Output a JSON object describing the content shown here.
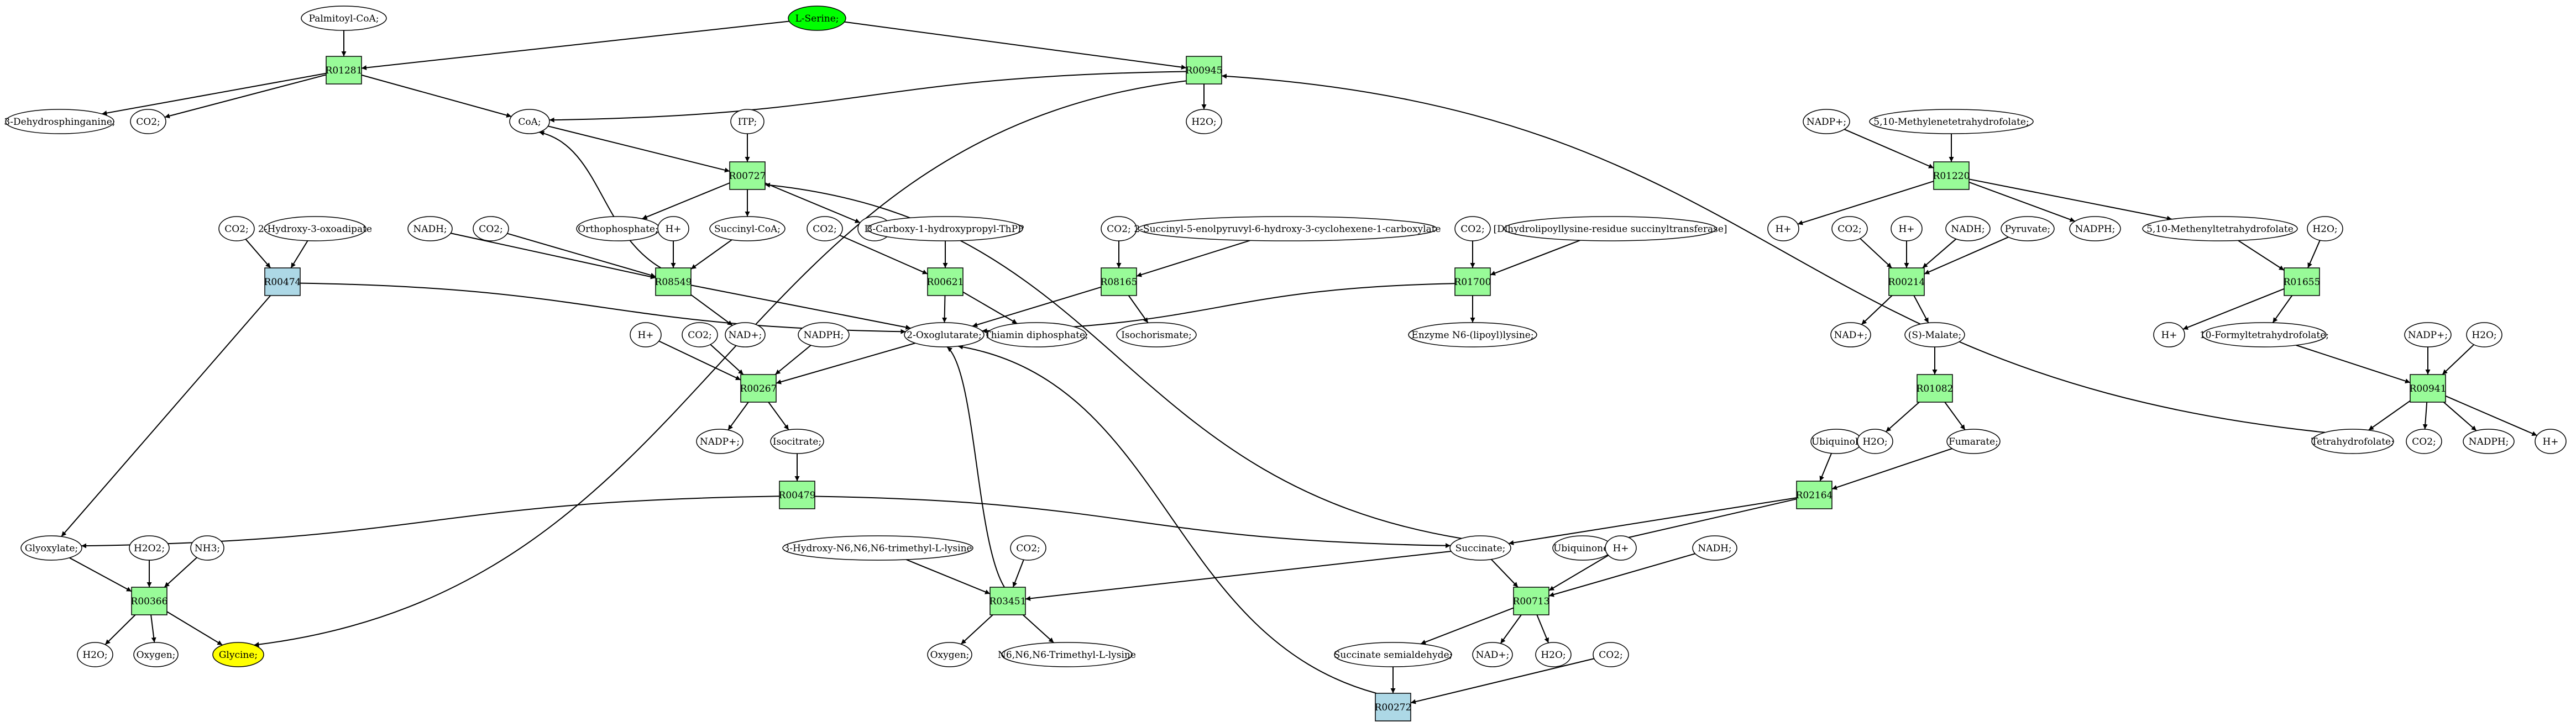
{
  "colors": {
    "reaction": "#98fb98",
    "reaction_alt": "#add8e6",
    "source": "#00ff00",
    "target": "#ffff00",
    "compound": "#ffffff",
    "stroke": "#000000"
  },
  "nodes": {
    "serine": {
      "label": "L-Serine;",
      "kind": "source"
    },
    "palmitoyl": {
      "label": "Palmitoyl-CoA;",
      "kind": "compound"
    },
    "r01281": {
      "label": "R01281",
      "kind": "reaction"
    },
    "dehydro": {
      "label": "3-Dehydrosphinganine;",
      "kind": "compound"
    },
    "co2_a": {
      "label": "CO2;",
      "kind": "compound"
    },
    "coa": {
      "label": "CoA;",
      "kind": "compound"
    },
    "r00945": {
      "label": "R00945",
      "kind": "reaction"
    },
    "h2o_a": {
      "label": "H2O;",
      "kind": "compound"
    },
    "itp": {
      "label": "ITP;",
      "kind": "compound"
    },
    "r00727": {
      "label": "R00727",
      "kind": "reaction"
    },
    "orthophosphate": {
      "label": "Orthophosphate;",
      "kind": "compound"
    },
    "succinylcoa": {
      "label": "Succinyl-CoA;",
      "kind": "compound"
    },
    "idp": {
      "label": "IDP;",
      "kind": "compound"
    },
    "co2_b": {
      "label": "CO2;",
      "kind": "compound"
    },
    "hydroxyoxoadipate": {
      "label": "2-Hydroxy-3-oxoadipate",
      "kind": "compound"
    },
    "r00474": {
      "label": "R00474",
      "kind": "reaction_alt"
    },
    "nadh_a": {
      "label": "NADH;",
      "kind": "compound"
    },
    "co2_c": {
      "label": "CO2;",
      "kind": "compound"
    },
    "hplus_a": {
      "label": "H+",
      "kind": "compound"
    },
    "r08549": {
      "label": "R08549",
      "kind": "reaction"
    },
    "nadplus_a": {
      "label": "NAD+;",
      "kind": "compound"
    },
    "co2_d": {
      "label": "CO2;",
      "kind": "compound"
    },
    "carboxy_tpp": {
      "label": "3-Carboxy-1-hydroxypropyl-ThPP",
      "kind": "compound"
    },
    "r00621": {
      "label": "R00621",
      "kind": "reaction"
    },
    "thiamin": {
      "label": "Thiamin diphosphate;",
      "kind": "compound"
    },
    "co2_e": {
      "label": "CO2;",
      "kind": "compound"
    },
    "succinylenol": {
      "label": "2-Succinyl-5-enolpyruvyl-6-hydroxy-3-cyclohexene-1-carboxylate",
      "kind": "compound"
    },
    "r08165": {
      "label": "R08165",
      "kind": "reaction"
    },
    "isochorismate": {
      "label": "Isochorismate;",
      "kind": "compound"
    },
    "co2_f": {
      "label": "CO2;",
      "kind": "compound"
    },
    "dihydrolipoyl": {
      "label": "[Dihydrolipoyllysine-residue succinyltransferase]",
      "kind": "compound"
    },
    "r01700": {
      "label": "R01700",
      "kind": "reaction"
    },
    "enzyme_lipoyl": {
      "label": "Enzyme N6-(lipoyl)lysine;",
      "kind": "compound"
    },
    "oxoglutarate": {
      "label": "2-Oxoglutarate;",
      "kind": "compound"
    },
    "hplus_b": {
      "label": "H+",
      "kind": "compound"
    },
    "co2_g": {
      "label": "CO2;",
      "kind": "compound"
    },
    "nadph_a": {
      "label": "NADPH;",
      "kind": "compound"
    },
    "r00267": {
      "label": "R00267",
      "kind": "reaction"
    },
    "nadpplus_a": {
      "label": "NADP+;",
      "kind": "compound"
    },
    "isocitrate": {
      "label": "Isocitrate;",
      "kind": "compound"
    },
    "r00479": {
      "label": "R00479",
      "kind": "reaction"
    },
    "glyoxylate": {
      "label": "Glyoxylate;",
      "kind": "compound"
    },
    "h2o2": {
      "label": "H2O2;",
      "kind": "compound"
    },
    "nh3": {
      "label": "NH3;",
      "kind": "compound"
    },
    "r00366": {
      "label": "R00366",
      "kind": "reaction"
    },
    "h2o_b": {
      "label": "H2O;",
      "kind": "compound"
    },
    "oxygen_a": {
      "label": "Oxygen;",
      "kind": "compound"
    },
    "glycine": {
      "label": "Glycine;",
      "kind": "target"
    },
    "trimethyl_hydroxy": {
      "label": "3-Hydroxy-N6,N6,N6-trimethyl-L-lysine",
      "kind": "compound"
    },
    "co2_h": {
      "label": "CO2;",
      "kind": "compound"
    },
    "r03451": {
      "label": "R03451",
      "kind": "reaction"
    },
    "oxygen_b": {
      "label": "Oxygen;",
      "kind": "compound"
    },
    "trimethyl_lysine": {
      "label": "N6,N6,N6-Trimethyl-L-lysine",
      "kind": "compound"
    },
    "succinate": {
      "label": "Succinate;",
      "kind": "compound"
    },
    "ubiquinol": {
      "label": "Ubiquinol;",
      "kind": "compound"
    },
    "r02164": {
      "label": "R02164",
      "kind": "reaction"
    },
    "ubiquinone": {
      "label": "Ubiquinone;",
      "kind": "compound"
    },
    "hplus_c": {
      "label": "H+",
      "kind": "compound"
    },
    "nadh_b": {
      "label": "NADH;",
      "kind": "compound"
    },
    "r00713": {
      "label": "R00713",
      "kind": "reaction"
    },
    "succ_semialdehyde": {
      "label": "Succinate semialdehyde;",
      "kind": "compound"
    },
    "nadplus_b": {
      "label": "NAD+;",
      "kind": "compound"
    },
    "h2o_c": {
      "label": "H2O;",
      "kind": "compound"
    },
    "co2_i": {
      "label": "CO2;",
      "kind": "compound"
    },
    "r00272": {
      "label": "R00272",
      "kind": "reaction_alt"
    },
    "nadpplus_b": {
      "label": "NADP+;",
      "kind": "compound"
    },
    "methylenethf": {
      "label": "5,10-Methylenetetrahydrofolate;",
      "kind": "compound"
    },
    "r01220": {
      "label": "R01220",
      "kind": "reaction"
    },
    "hplus_d": {
      "label": "H+",
      "kind": "compound"
    },
    "co2_j": {
      "label": "CO2;",
      "kind": "compound"
    },
    "hplus_e": {
      "label": "H+",
      "kind": "compound"
    },
    "nadh_c": {
      "label": "NADH;",
      "kind": "compound"
    },
    "pyruvate": {
      "label": "Pyruvate;",
      "kind": "compound"
    },
    "nadph_b": {
      "label": "NADPH;",
      "kind": "compound"
    },
    "methenylthf": {
      "label": "5,10-Methenyltetrahydrofolate",
      "kind": "compound"
    },
    "h2o_d": {
      "label": "H2O;",
      "kind": "compound"
    },
    "r00214": {
      "label": "R00214",
      "kind": "reaction"
    },
    "nadplus_c": {
      "label": "NAD+;",
      "kind": "compound"
    },
    "smalate": {
      "label": "(S)-Malate;",
      "kind": "compound"
    },
    "r01655": {
      "label": "R01655",
      "kind": "reaction"
    },
    "hplus_f": {
      "label": "H+",
      "kind": "compound"
    },
    "formylthf": {
      "label": "10-Formyltetrahydrofolate;",
      "kind": "compound"
    },
    "r01082": {
      "label": "R01082",
      "kind": "reaction"
    },
    "h2o_e": {
      "label": "H2O;",
      "kind": "compound"
    },
    "fumarate": {
      "label": "Fumarate;",
      "kind": "compound"
    },
    "nadpplus_c": {
      "label": "NADP+;",
      "kind": "compound"
    },
    "h2o_f": {
      "label": "H2O;",
      "kind": "compound"
    },
    "r00941": {
      "label": "R00941",
      "kind": "reaction"
    },
    "thf": {
      "label": "Tetrahydrofolate;",
      "kind": "compound"
    },
    "co2_k": {
      "label": "CO2;",
      "kind": "compound"
    },
    "nadph_c": {
      "label": "NADPH;",
      "kind": "compound"
    },
    "hplus_g": {
      "label": "H+",
      "kind": "compound"
    }
  },
  "edges": [
    [
      "serine",
      "r01281"
    ],
    [
      "palmitoyl",
      "r01281"
    ],
    [
      "serine",
      "r00945"
    ],
    [
      "r01281",
      "dehydro"
    ],
    [
      "r01281",
      "co2_a"
    ],
    [
      "r01281",
      "coa"
    ],
    [
      "r00945",
      "coa"
    ],
    [
      "r00945",
      "h2o_a"
    ],
    [
      "r00945",
      "glycine"
    ],
    [
      "coa",
      "r00727"
    ],
    [
      "itp",
      "r00727"
    ],
    [
      "r00727",
      "orthophosphate"
    ],
    [
      "r00727",
      "succinylcoa"
    ],
    [
      "r00727",
      "idp"
    ],
    [
      "succinylcoa",
      "r08549"
    ],
    [
      "r08549",
      "coa"
    ],
    [
      "nadh_a",
      "r08549"
    ],
    [
      "co2_c",
      "r08549"
    ],
    [
      "hplus_a",
      "r08549"
    ],
    [
      "r08549",
      "nadplus_a"
    ],
    [
      "r08549",
      "oxoglutarate"
    ],
    [
      "co2_b",
      "r00474"
    ],
    [
      "hydroxyoxoadipate",
      "r00474"
    ],
    [
      "r00474",
      "oxoglutarate"
    ],
    [
      "r00474",
      "glyoxylate"
    ],
    [
      "co2_d",
      "r00621"
    ],
    [
      "carboxy_tpp",
      "r00621"
    ],
    [
      "r00621",
      "oxoglutarate"
    ],
    [
      "r00621",
      "thiamin"
    ],
    [
      "co2_e",
      "r08165"
    ],
    [
      "succinylenol",
      "r08165"
    ],
    [
      "r08165",
      "oxoglutarate"
    ],
    [
      "r08165",
      "isochorismate"
    ],
    [
      "co2_f",
      "r01700"
    ],
    [
      "dihydrolipoyl",
      "r01700"
    ],
    [
      "r01700",
      "oxoglutarate"
    ],
    [
      "r01700",
      "enzyme_lipoyl"
    ],
    [
      "hplus_b",
      "r00267"
    ],
    [
      "co2_g",
      "r00267"
    ],
    [
      "nadph_a",
      "r00267"
    ],
    [
      "oxoglutarate",
      "r00267"
    ],
    [
      "r00267",
      "nadpplus_a"
    ],
    [
      "r00267",
      "isocitrate"
    ],
    [
      "isocitrate",
      "r00479"
    ],
    [
      "r00479",
      "glyoxylate"
    ],
    [
      "r00479",
      "succinate"
    ],
    [
      "glyoxylate",
      "r00366"
    ],
    [
      "h2o2",
      "r00366"
    ],
    [
      "nh3",
      "r00366"
    ],
    [
      "r00366",
      "h2o_b"
    ],
    [
      "r00366",
      "oxygen_a"
    ],
    [
      "r00366",
      "glycine"
    ],
    [
      "succinate",
      "r03451"
    ],
    [
      "trimethyl_hydroxy",
      "r03451"
    ],
    [
      "co2_h",
      "r03451"
    ],
    [
      "r03451",
      "oxygen_b"
    ],
    [
      "r03451",
      "trimethyl_lysine"
    ],
    [
      "r03451",
      "oxoglutarate"
    ],
    [
      "succinate",
      "r00727"
    ],
    [
      "ubiquinol",
      "r02164"
    ],
    [
      "fumarate",
      "r02164"
    ],
    [
      "r02164",
      "succinate"
    ],
    [
      "r02164",
      "ubiquinone"
    ],
    [
      "succinate",
      "r00713"
    ],
    [
      "hplus_c",
      "r00713"
    ],
    [
      "nadh_b",
      "r00713"
    ],
    [
      "r00713",
      "succ_semialdehyde"
    ],
    [
      "r00713",
      "nadplus_b"
    ],
    [
      "r00713",
      "h2o_c"
    ],
    [
      "succ_semialdehyde",
      "r00272"
    ],
    [
      "co2_i",
      "r00272"
    ],
    [
      "r00272",
      "oxoglutarate"
    ],
    [
      "nadpplus_b",
      "r01220"
    ],
    [
      "methylenethf",
      "r01220"
    ],
    [
      "r01220",
      "hplus_d"
    ],
    [
      "r01220",
      "nadph_b"
    ],
    [
      "r01220",
      "methenylthf"
    ],
    [
      "co2_j",
      "r00214"
    ],
    [
      "hplus_e",
      "r00214"
    ],
    [
      "nadh_c",
      "r00214"
    ],
    [
      "pyruvate",
      "r00214"
    ],
    [
      "r00214",
      "nadplus_c"
    ],
    [
      "r00214",
      "smalate"
    ],
    [
      "smalate",
      "r01082"
    ],
    [
      "r01082",
      "h2o_e"
    ],
    [
      "r01082",
      "fumarate"
    ],
    [
      "methenylthf",
      "r01655"
    ],
    [
      "h2o_d",
      "r01655"
    ],
    [
      "r01655",
      "hplus_f"
    ],
    [
      "r01655",
      "formylthf"
    ],
    [
      "formylthf",
      "r00941"
    ],
    [
      "nadpplus_c",
      "r00941"
    ],
    [
      "h2o_f",
      "r00941"
    ],
    [
      "r00941",
      "thf"
    ],
    [
      "r00941",
      "co2_k"
    ],
    [
      "r00941",
      "nadph_c"
    ],
    [
      "r00941",
      "hplus_g"
    ],
    [
      "thf",
      "r00945"
    ]
  ]
}
